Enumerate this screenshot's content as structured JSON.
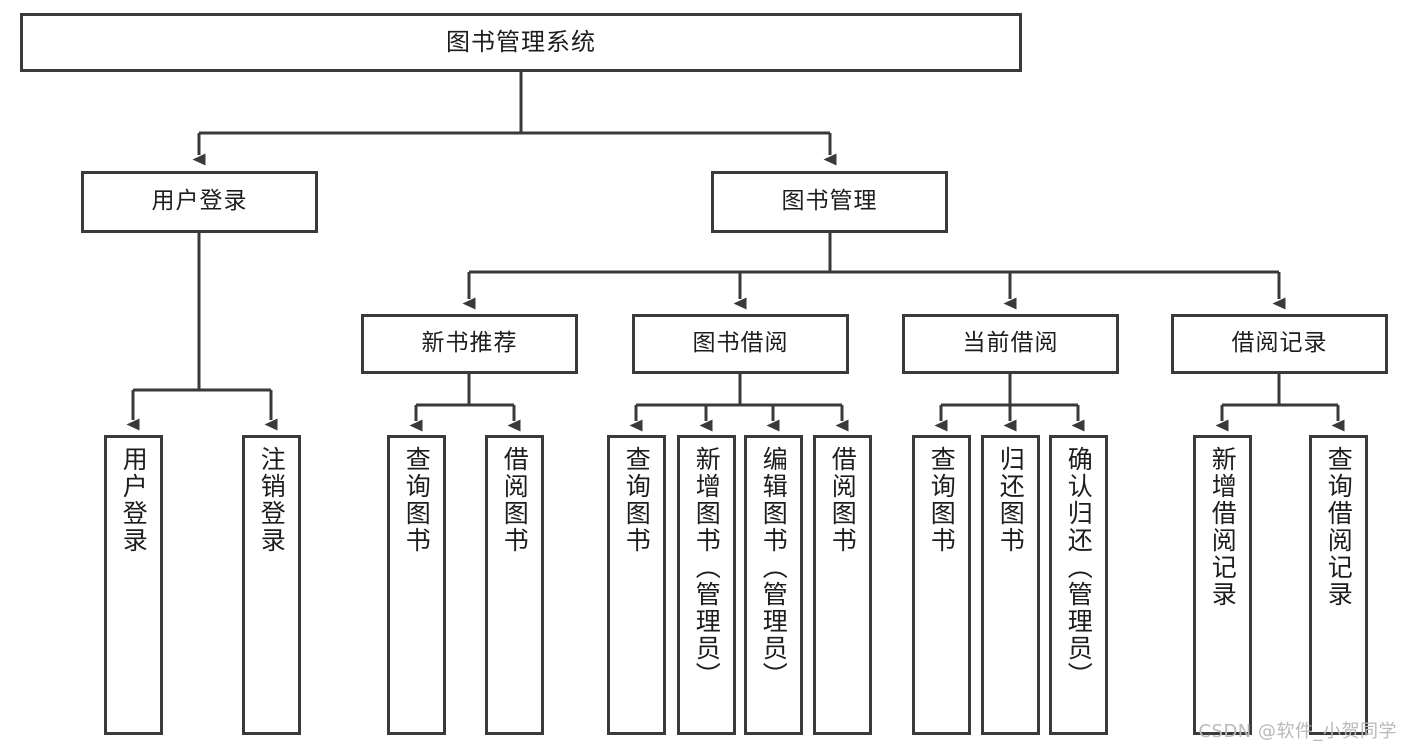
{
  "diagram": {
    "title": "图书管理系统",
    "type": "functional-structure-tree",
    "watermark": "CSDN @软件_小贺同学",
    "colors": {
      "box_border": "#3a3a3a",
      "box_fill": "#ffffff",
      "connector": "#3a3a3a",
      "text": "#1d1d1d",
      "watermark": "#b9b9b9"
    },
    "root": {
      "label": "图书管理系统"
    },
    "level2": [
      {
        "label": "用户登录"
      },
      {
        "label": "图书管理"
      }
    ],
    "level3": [
      {
        "label": "新书推荐"
      },
      {
        "label": "图书借阅"
      },
      {
        "label": "当前借阅"
      },
      {
        "label": "借阅记录"
      }
    ],
    "leaves": {
      "user_login": [
        {
          "label": "用户登录"
        },
        {
          "label": "注销登录"
        }
      ],
      "new_book_recommend": [
        {
          "label": "查询图书"
        },
        {
          "label": "借阅图书"
        }
      ],
      "book_borrow": [
        {
          "label": "查询图书"
        },
        {
          "label": "新增图书（管理员）"
        },
        {
          "label": "编辑图书（管理员）"
        },
        {
          "label": "借阅图书"
        }
      ],
      "current_borrow": [
        {
          "label": "查询图书"
        },
        {
          "label": "归还图书"
        },
        {
          "label": "确认归还（管理员）"
        }
      ],
      "borrow_record": [
        {
          "label": "新增借阅记录"
        },
        {
          "label": "查询借阅记录"
        }
      ]
    }
  }
}
